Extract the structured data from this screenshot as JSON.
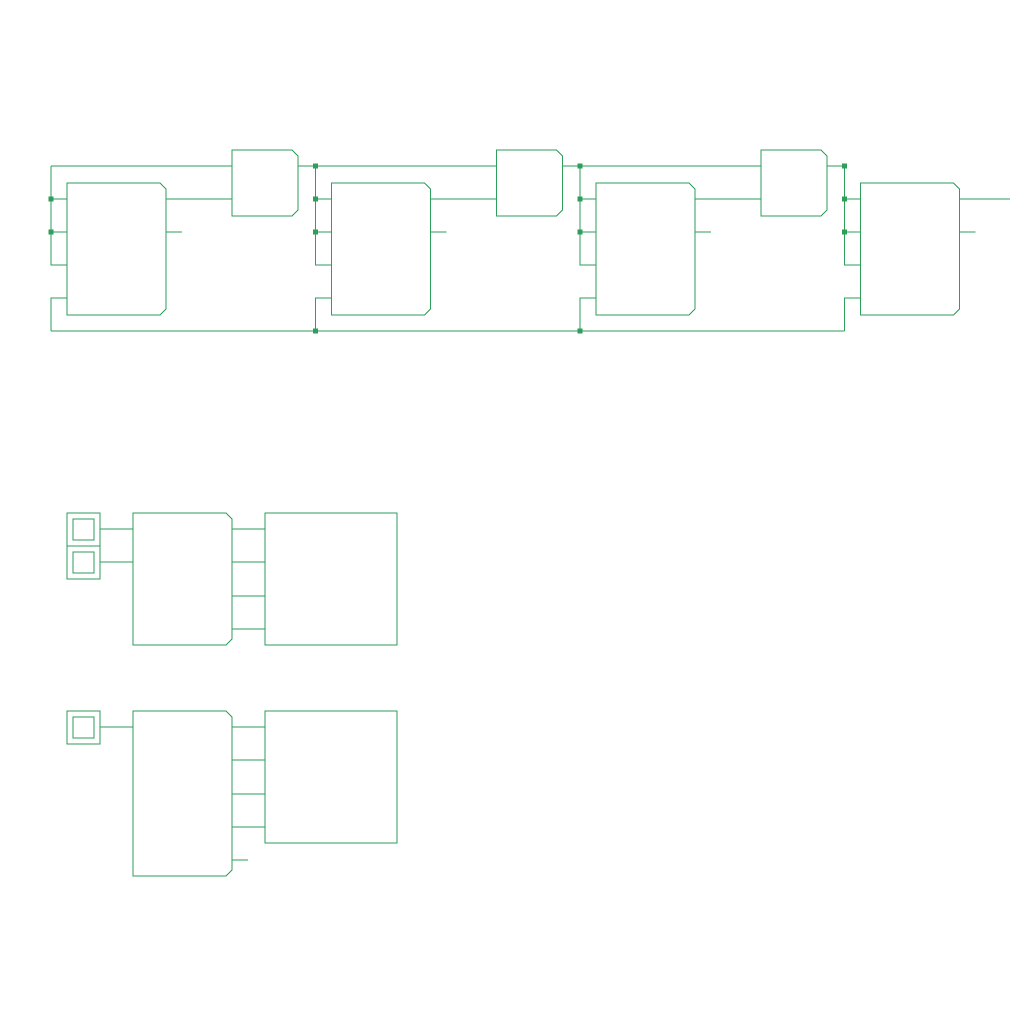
{
  "diagram": {
    "colors": {
      "line": "#2e9e5b",
      "junction": "#2e9e5b",
      "background": "#ffffff"
    },
    "sections": {
      "chain": {
        "stages": 4,
        "adder_gates": 3,
        "labels": []
      },
      "two_input_demo": {
        "switches": 2,
        "labels": []
      },
      "one_input_demo": {
        "switches": 1,
        "labels": []
      }
    },
    "icons": {
      "switch": "toggle-switch-icon",
      "junction": "junction-dot-icon"
    }
  }
}
